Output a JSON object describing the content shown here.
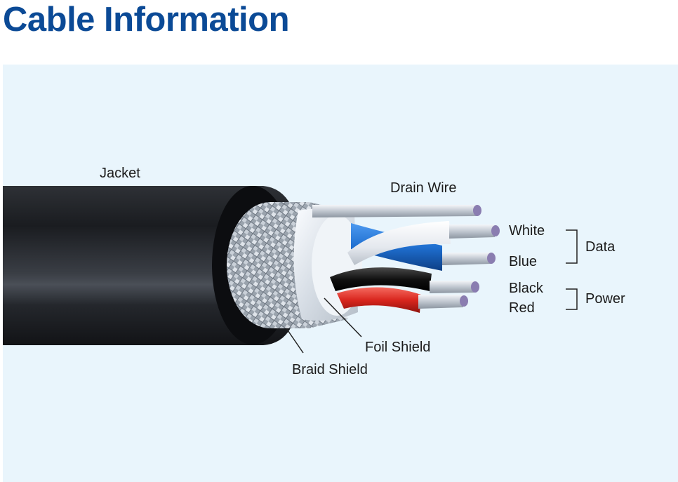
{
  "title": "Cable Information",
  "labels": {
    "jacket": "Jacket",
    "drain_wire": "Drain Wire",
    "white": "White",
    "blue": "Blue",
    "black": "Black",
    "red": "Red",
    "data": "Data",
    "power": "Power",
    "foil_shield": "Foil Shield",
    "braid_shield": "Braid Shield"
  },
  "colors": {
    "title": "#0b4a96",
    "background": "#e9f5fc",
    "jacket": "#1f2226",
    "blue_wire": "#1f6fd0",
    "red_wire": "#d9261e",
    "black_wire": "#0e0e0e"
  }
}
